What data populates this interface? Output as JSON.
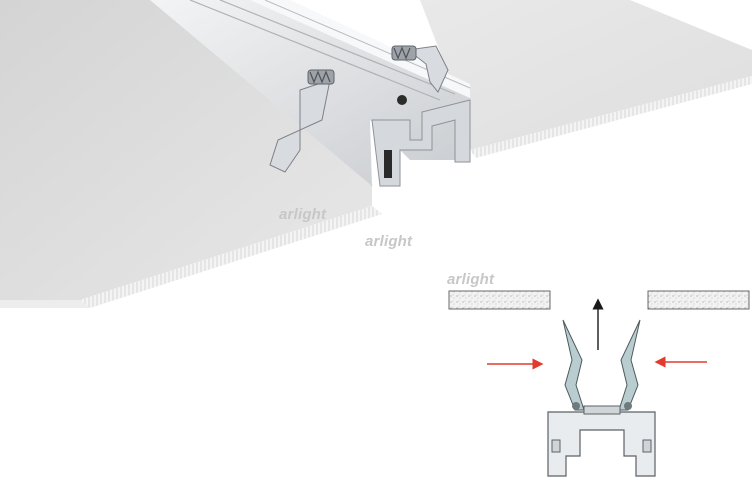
{
  "watermarks": [
    {
      "text": "arlight"
    },
    {
      "text": "arlight"
    },
    {
      "text": "arlight"
    }
  ],
  "colors": {
    "background": "#ffffff",
    "ceiling_panel": "#dcdcdc",
    "profile_aluminum": "#e6e8ea",
    "arrow_red": "#e23b2e",
    "arrow_black": "#1a1a1a",
    "watermark": "#c7c7c7"
  },
  "icons": [
    "arrow-up-icon",
    "arrow-right-icon",
    "arrow-left-icon"
  ]
}
